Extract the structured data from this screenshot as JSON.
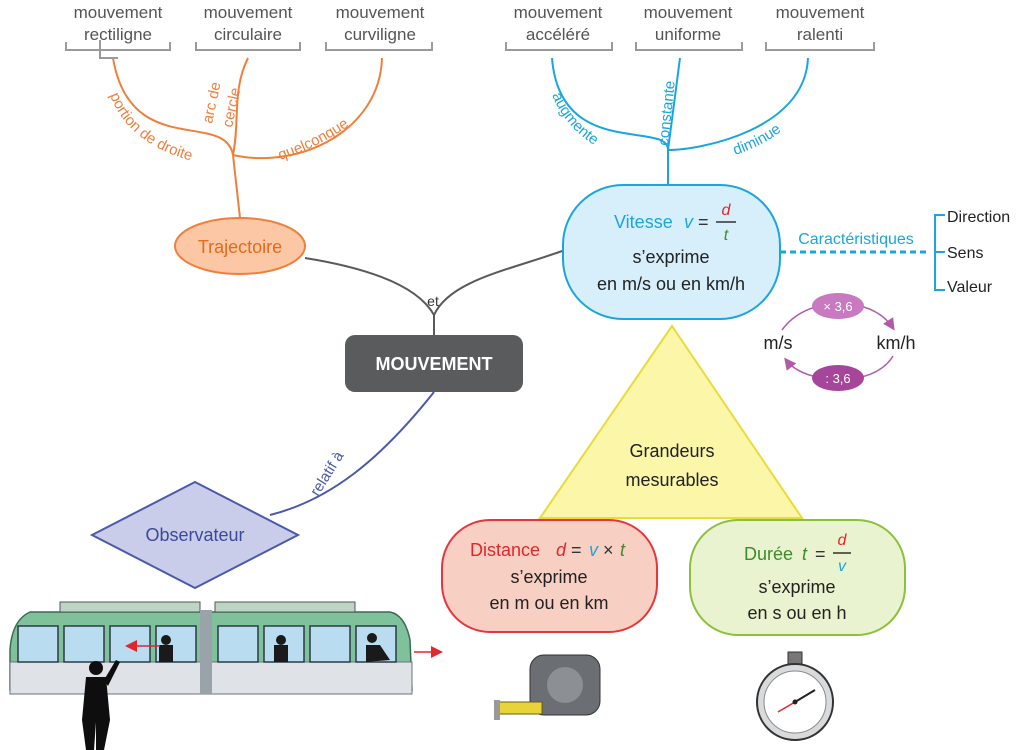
{
  "center": {
    "label": "MOUVEMENT"
  },
  "connector_et": "et",
  "trajectoire": {
    "label": "Trajectoire",
    "types": [
      {
        "line1": "mouvement",
        "line2": "rectiligne"
      },
      {
        "line1": "mouvement",
        "line2": "circulaire"
      },
      {
        "line1": "mouvement",
        "line2": "curviligne"
      }
    ],
    "branch_labels": {
      "droite": "portion de droite",
      "arc1": "arc de",
      "arc2": "cercle",
      "quelconque": "quelconque"
    }
  },
  "vitesse": {
    "title_word": "Vitesse",
    "var_v": "v",
    "eq": "=",
    "num": "d",
    "den": "t",
    "line2": "s’exprime",
    "line3": "en m/s ou en km/h",
    "types": [
      {
        "line1": "mouvement",
        "line2": "accéléré"
      },
      {
        "line1": "mouvement",
        "line2": "uniforme"
      },
      {
        "line1": "mouvement",
        "line2": "ralenti"
      }
    ],
    "branch_labels": {
      "augmente": "augmente",
      "constante": "constante",
      "diminue": "diminue"
    },
    "caracteristiques": {
      "label": "Caractéristiques",
      "items": [
        "Direction",
        "Sens",
        "Valeur"
      ]
    },
    "conversion": {
      "unit_left": "m/s",
      "unit_right": "km/h",
      "multiply": "× 3,6",
      "divide": ": 3,6"
    }
  },
  "grandeurs": {
    "line1": "Grandeurs",
    "line2": "mesurables"
  },
  "distance": {
    "word": "Distance",
    "var_d": "d",
    "eq": "=",
    "var_v": "v",
    "times": "×",
    "var_t": "t",
    "line2": "s’exprime",
    "line3": "en m ou en km"
  },
  "duree": {
    "word": "Durée",
    "var_t": "t",
    "eq": "=",
    "num": "d",
    "den": "v",
    "line2": "s’exprime",
    "line3": "en s ou en h"
  },
  "observateur": {
    "label": "Observateur",
    "relation": "relatif à"
  },
  "colors": {
    "orange": "#f07f3c",
    "orange_fill": "#fbc7a4",
    "blue": "#1aa6dd",
    "blue_fill": "#d7effb",
    "grey_node": "#5a5b5d",
    "grey_line": "#5a5a5a",
    "triangle_fill": "#fbf6a8",
    "triangle_stroke": "#e8dc3a",
    "distance_fill": "#f8cfc3",
    "distance_stroke": "#e8343c",
    "duree_fill": "#e9f3cf",
    "duree_stroke": "#8cbf3c",
    "observer_fill": "#c9cdea",
    "observer_stroke": "#4a5aa8",
    "purple": "#b05aa8",
    "red": "#e3262b",
    "green": "#3d8b2a"
  },
  "icons": [
    "tram-icon",
    "person-waving-icon",
    "tape-measure-icon",
    "stopwatch-icon"
  ]
}
